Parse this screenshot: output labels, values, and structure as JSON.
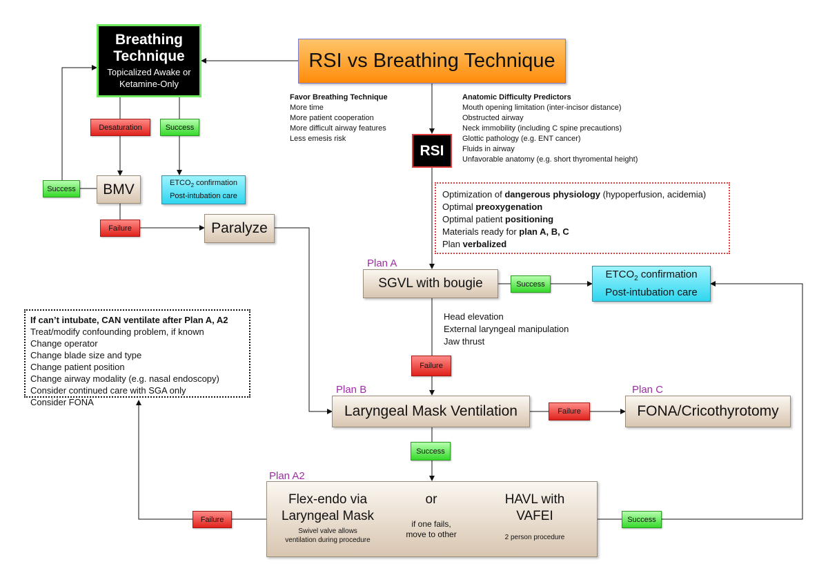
{
  "title": "RSI vs Breathing Technique",
  "breathing": {
    "title": "Breathing Technique",
    "subtitle": "Topicalized Awake or Ketamine-Only"
  },
  "rsi": "RSI",
  "favor": {
    "heading": "Favor Breathing Technique",
    "items": [
      "More time",
      "More patient cooperation",
      "More difficult airway features",
      "Less emesis risk"
    ]
  },
  "predictors": {
    "heading": "Anatomic Difficulty Predictors",
    "items": [
      "Mouth opening limitation (inter-incisor distance)",
      "Obstructed airway",
      "Neck immobility (including C spine precautions)",
      "Glottic pathology (e.g. ENT cancer)",
      "Fluids in airway",
      "Unfavorable anatomy (e.g. short thyromental height)"
    ]
  },
  "optimization": {
    "line1_a": "Optimization of ",
    "line1_b": "dangerous physiology",
    "line1_c": " (hypoperfusion, acidemia)",
    "line2_a": "Optimal ",
    "line2_b": "preoxygenation",
    "line3_a": "Optimal patient ",
    "line3_b": "positioning",
    "line4_a": "Materials ready for ",
    "line4_b": "plan A, B, C",
    "line5_a": "Plan ",
    "line5_b": "verbalized"
  },
  "labels": {
    "desaturation": "Desaturation",
    "success": "Success",
    "failure": "Failure"
  },
  "bmv": "BMV",
  "paralyze": "Paralyze",
  "etco_small": {
    "line1a": "ETCO",
    "sub": "2",
    "line1b": " confirmation",
    "line2": "Post-intubation care"
  },
  "plan_a": {
    "tag": "Plan A",
    "title": "SGVL with bougie",
    "maneuvers": [
      "Head elevation",
      "External laryngeal manipulation",
      "Jaw thrust"
    ]
  },
  "etco_big": {
    "line1a": "ETCO",
    "sub": "2",
    "line1b": " confirmation",
    "line2": "Post-intubation care"
  },
  "plan_b": {
    "tag": "Plan B",
    "title": "Laryngeal Mask Ventilation"
  },
  "plan_c": {
    "tag": "Plan C",
    "title": "FONA/Cricothyrotomy"
  },
  "plan_a2": {
    "tag": "Plan A2",
    "left_title_1": "Flex-endo via",
    "left_title_2": "Laryngeal Mask",
    "left_note_1": "Swivel valve allows",
    "left_note_2": "ventilation during procedure",
    "or": "or",
    "or_note_1": "if one fails,",
    "or_note_2": "move to other",
    "right_title_1": "HAVL with",
    "right_title_2": "VAFEI",
    "right_note": "2 person procedure"
  },
  "cant_intubate": {
    "heading": "If can’t intubate, CAN ventilate after Plan A, A2",
    "items": [
      "Treat/modify confounding problem, if known",
      "Change operator",
      "Change blade size and type",
      "Change patient position",
      "Change airway modality (e.g. nasal endoscopy)",
      "Consider continued care with SGA only",
      "Consider FONA"
    ]
  },
  "colors": {
    "orange_top": "#ffb24a",
    "orange_bottom": "#ff8a00",
    "plan_label": "#a02aa8",
    "optimization_border": "#e03a3a",
    "breathing_border": "#6ee85c"
  }
}
